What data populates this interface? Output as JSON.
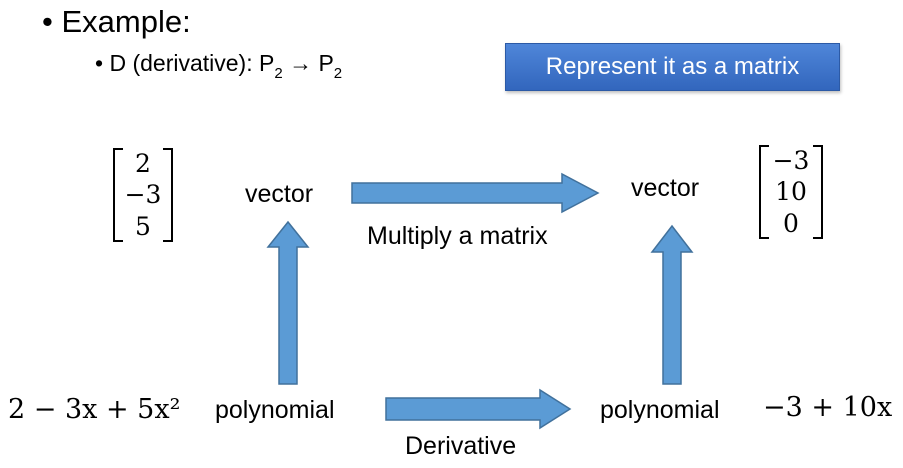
{
  "bullets": {
    "level1": "Example:",
    "level2_prefix": "D (derivative): P",
    "level2_sub1": "2",
    "level2_arrow": "→",
    "level2_mid": "P",
    "level2_sub2": "2"
  },
  "callout": {
    "label": "Represent it as a matrix",
    "fill": "#3f74cc"
  },
  "left_vector": {
    "values": [
      "2",
      "−3",
      "5"
    ],
    "label": "vector"
  },
  "right_vector": {
    "values": [
      "−3",
      "10",
      "0"
    ],
    "label": "vector"
  },
  "left_polynomial": {
    "expression": "2 − 3x + 5x²",
    "label": "polynomial"
  },
  "right_polynomial": {
    "expression": "−3 + 10x",
    "label": "polynomial"
  },
  "arrows": {
    "top_label": "Multiply a matrix",
    "bottom_label": "Derivative",
    "fill": "#5b9bd5",
    "stroke": "#41719c"
  }
}
